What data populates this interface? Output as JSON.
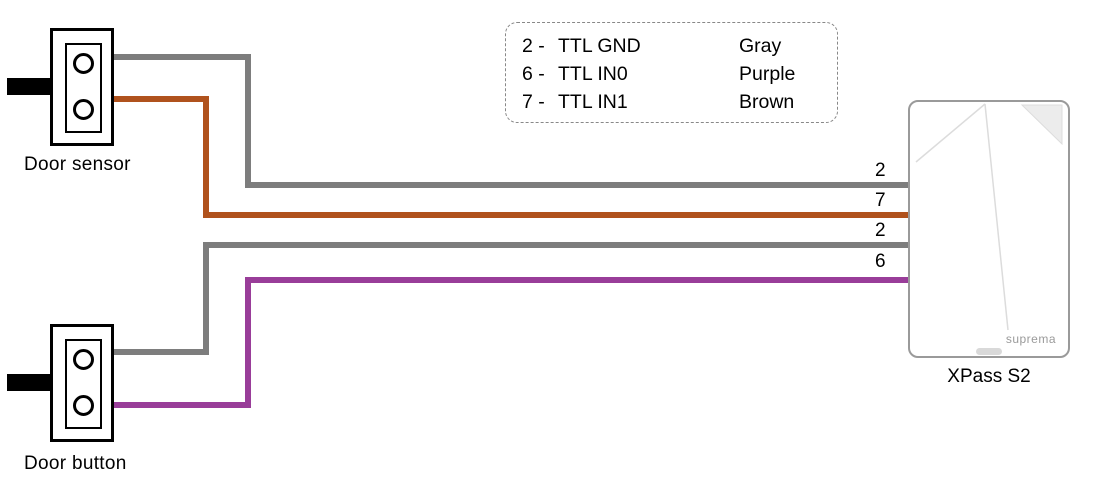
{
  "diagram": {
    "legend": {
      "entries": [
        {
          "label": "2 -",
          "signal": "TTL GND",
          "color_name": "Gray"
        },
        {
          "label": "6 -",
          "signal": "TTL IN0",
          "color_name": "Purple"
        },
        {
          "label": "7 -",
          "signal": "TTL IN1",
          "color_name": "Brown"
        }
      ]
    },
    "door_sensor": {
      "label": "Door sensor"
    },
    "door_button": {
      "label": "Door button"
    },
    "device": {
      "label": "XPass S2",
      "brand": "suprema"
    },
    "wires": [
      {
        "pin": "2",
        "color_name": "Gray",
        "color": "#7d7d7d",
        "from": "Door sensor"
      },
      {
        "pin": "7",
        "color_name": "Brown",
        "color": "#b0521d",
        "from": "Door sensor"
      },
      {
        "pin": "2",
        "color_name": "Gray",
        "color": "#7d7d7d",
        "from": "Door button"
      },
      {
        "pin": "6",
        "color_name": "Purple",
        "color": "#993d99",
        "from": "Door button"
      }
    ]
  }
}
